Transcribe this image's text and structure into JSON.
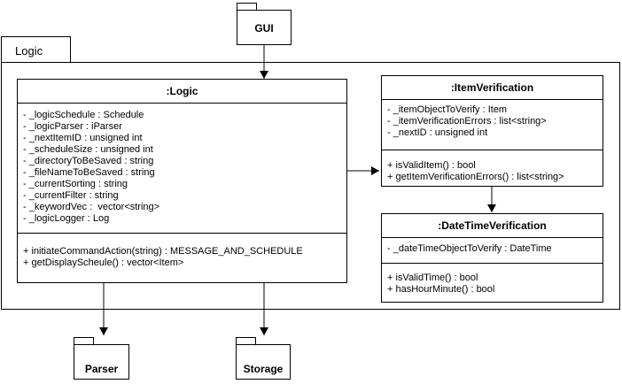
{
  "gui_package": {
    "name": "GUI"
  },
  "logic_package": {
    "name": "Logic"
  },
  "parser_package": {
    "name": "Parser"
  },
  "storage_package": {
    "name": "Storage"
  },
  "logic_class": {
    "title": ":Logic",
    "attributes": [
      "- _logicSchedule : Schedule",
      "- _logicParser : iParser",
      "- _nextItemID : unsigned int",
      "- _scheduleSize : unsigned int",
      "- _directoryToBeSaved : string",
      "- _fileNameToBeSaved : string",
      "- _currentSorting : string",
      "- _currentFilter : string",
      "- _keywordVec :  vector<string>",
      "- _logicLogger : Log"
    ],
    "methods": [
      "+ initiateCommandAction(string) : MESSAGE_AND_SCHEDULE",
      "+ getDisplayScheule() : vector<Item>"
    ]
  },
  "item_verification_class": {
    "title": ":ItemVerification",
    "attributes": [
      "- _itemObjectToVerify : Item",
      "- _itemVerificationErrors : list<string>",
      "- _nextID : unsigned int"
    ],
    "methods": [
      "+ isValidItem() : bool",
      "+ getItemVerificationErrors() : list<string>"
    ]
  },
  "datetime_verification_class": {
    "title": ":DateTimeVerification",
    "attributes": [
      "- _dateTimeObjectToVerify : DateTime"
    ],
    "methods": [
      "+ isValidTime() : bool",
      "+ hasHourMinute() : bool"
    ]
  }
}
